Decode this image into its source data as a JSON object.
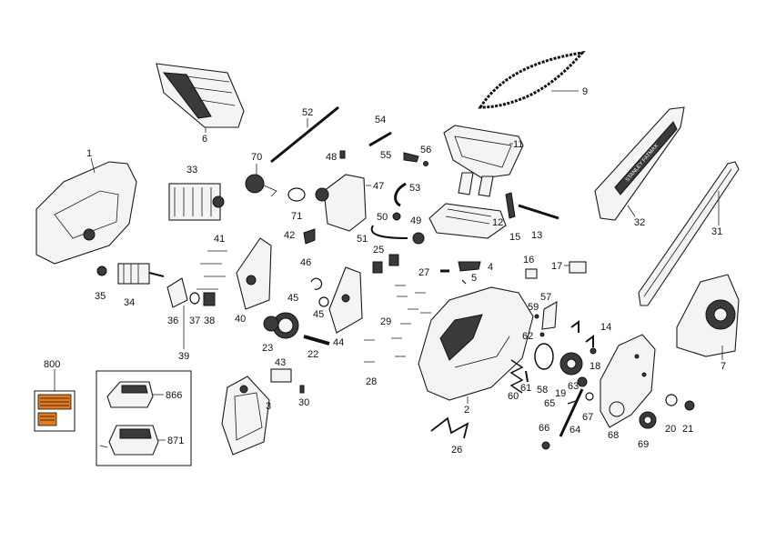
{
  "diagram": {
    "part_numbers": {
      "p1": "1",
      "p2": "2",
      "p3": "3",
      "p5": "5",
      "p6": "6",
      "p7": "7",
      "p9": "9",
      "p11": "11",
      "p12": "12",
      "p13": "13",
      "p14": "14",
      "p15": "15",
      "p16": "16",
      "p17": "17",
      "p18": "18",
      "p19": "19",
      "p20": "20",
      "p21": "21",
      "p22": "22",
      "p23": "23",
      "p25": "25",
      "p26": "26",
      "p27": "27",
      "p28": "28",
      "p29": "29",
      "p30": "30",
      "p31": "31",
      "p32": "32",
      "p33": "33",
      "p34": "34",
      "p35": "35",
      "p36": "36",
      "p37": "37",
      "p38": "38",
      "p39": "39",
      "p40": "40",
      "p41": "41",
      "p42": "42",
      "p43": "43",
      "p44": "44",
      "p45a": "45",
      "p45b": "45",
      "p46": "46",
      "p47": "47",
      "p48": "48",
      "p49": "49",
      "p50": "50",
      "p51": "51",
      "p52": "52",
      "p53": "53",
      "p54": "54",
      "p55": "55",
      "p56": "56",
      "p57": "57",
      "p58": "58",
      "p59": "59",
      "p60": "60",
      "p61": "61",
      "p62": "62",
      "p63": "63",
      "p64": "64",
      "p65": "65",
      "p66": "66",
      "p67": "67",
      "p68": "68",
      "p69": "69",
      "p70": "70",
      "p71": "71",
      "p800": "800",
      "p866": "866",
      "p871": "871",
      "p4": "4"
    },
    "bar_text": "STANLEY FATMAX",
    "colors": {
      "label_orange": "#e07a1f",
      "line": "#1a1a1a"
    }
  }
}
